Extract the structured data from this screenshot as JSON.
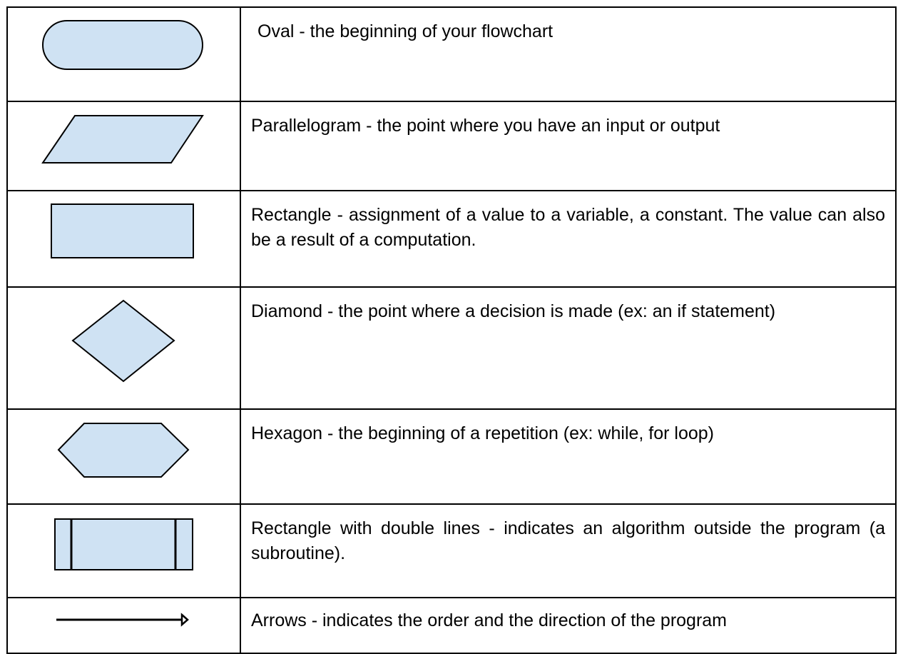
{
  "symbol_colors": {
    "fill": "#cfe2f3",
    "stroke": "#000000"
  },
  "rows": [
    {
      "symbol": "oval-symbol",
      "description": "Oval - the beginning of your flowchart"
    },
    {
      "symbol": "parallelogram-symbol",
      "description": "Parallelogram - the point where you have an input or output"
    },
    {
      "symbol": "rectangle-symbol",
      "description": "Rectangle - assignment of a value to a variable, a constant. The value can also be a result of a computation."
    },
    {
      "symbol": "diamond-symbol",
      "description": "Diamond - the point where a decision is made (ex: an if statement)"
    },
    {
      "symbol": "hexagon-symbol",
      "description": "Hexagon - the beginning of a repetition (ex: while, for loop)"
    },
    {
      "symbol": "double-line-rectangle-symbol",
      "description": "Rectangle with double lines - indicates an algorithm outside the program (a subroutine)."
    },
    {
      "symbol": "arrow-symbol",
      "description": "Arrows - indicates the order and the direction of the program"
    }
  ]
}
